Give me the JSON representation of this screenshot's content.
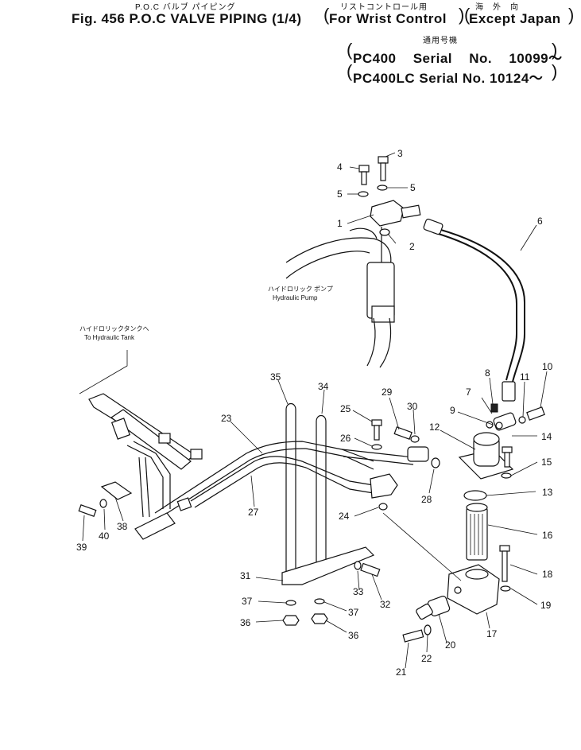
{
  "header": {
    "jp_title": "P.O.C バルブ パイピング",
    "fig_title": "Fig. 456 P.O.C VALVE PIPING (1/4)",
    "jp_wrist": "リストコントロール用",
    "wrist": "For Wrist Control",
    "jp_except": "海　外　向",
    "except": "Except Japan",
    "jp_serial": "通用号機",
    "serial_1": "PC400 Serial No. 10099～",
    "serial_2": "PC400LC Serial No. 10124～"
  },
  "notes": {
    "pump_jp": "ハイドロリック ポンプ",
    "pump_en": "Hydraulic Pump",
    "tank_jp": "ハイドロリックタンクへ",
    "tank_en": "To Hydraulic Tank"
  },
  "callouts": [
    "1",
    "2",
    "3",
    "4",
    "5",
    "5",
    "6",
    "7",
    "8",
    "9",
    "10",
    "11",
    "12",
    "13",
    "14",
    "15",
    "16",
    "17",
    "18",
    "19",
    "20",
    "21",
    "22",
    "23",
    "24",
    "25",
    "26",
    "27",
    "28",
    "29",
    "30",
    "31",
    "32",
    "33",
    "34",
    "35",
    "36",
    "36",
    "37",
    "37",
    "38",
    "39",
    "40"
  ]
}
